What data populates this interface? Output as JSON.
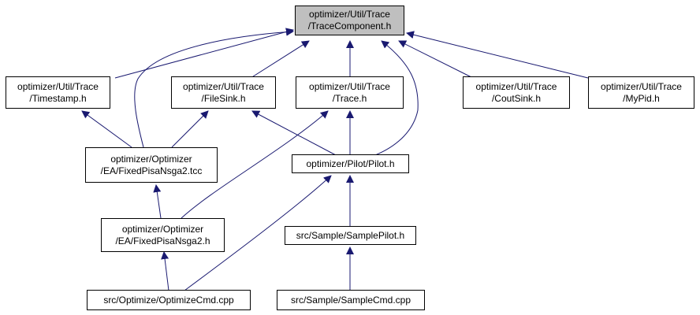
{
  "colors": {
    "edge": "#191970",
    "root_fill": "#bfbfbf",
    "node_fill": "#ffffff",
    "border": "#000000"
  },
  "nodes": {
    "trace_component": {
      "line1": "optimizer/Util/Trace",
      "line2": "/TraceComponent.h"
    },
    "timestamp": {
      "line1": "optimizer/Util/Trace",
      "line2": "/Timestamp.h"
    },
    "file_sink": {
      "line1": "optimizer/Util/Trace",
      "line2": "/FileSink.h"
    },
    "trace": {
      "line1": "optimizer/Util/Trace",
      "line2": "/Trace.h"
    },
    "cout_sink": {
      "line1": "optimizer/Util/Trace",
      "line2": "/CoutSink.h"
    },
    "my_pid": {
      "line1": "optimizer/Util/Trace",
      "line2": "/MyPid.h"
    },
    "fixed_pisa_tcc": {
      "line1": "optimizer/Optimizer",
      "line2": "/EA/FixedPisaNsga2.tcc"
    },
    "pilot": {
      "line1": "optimizer/Pilot/Pilot.h"
    },
    "fixed_pisa_h": {
      "line1": "optimizer/Optimizer",
      "line2": "/EA/FixedPisaNsga2.h"
    },
    "sample_pilot": {
      "line1": "src/Sample/SamplePilot.h"
    },
    "optimize_cmd": {
      "line1": "src/Optimize/OptimizeCmd.cpp"
    },
    "sample_cmd": {
      "line1": "src/Sample/SampleCmd.cpp"
    }
  }
}
